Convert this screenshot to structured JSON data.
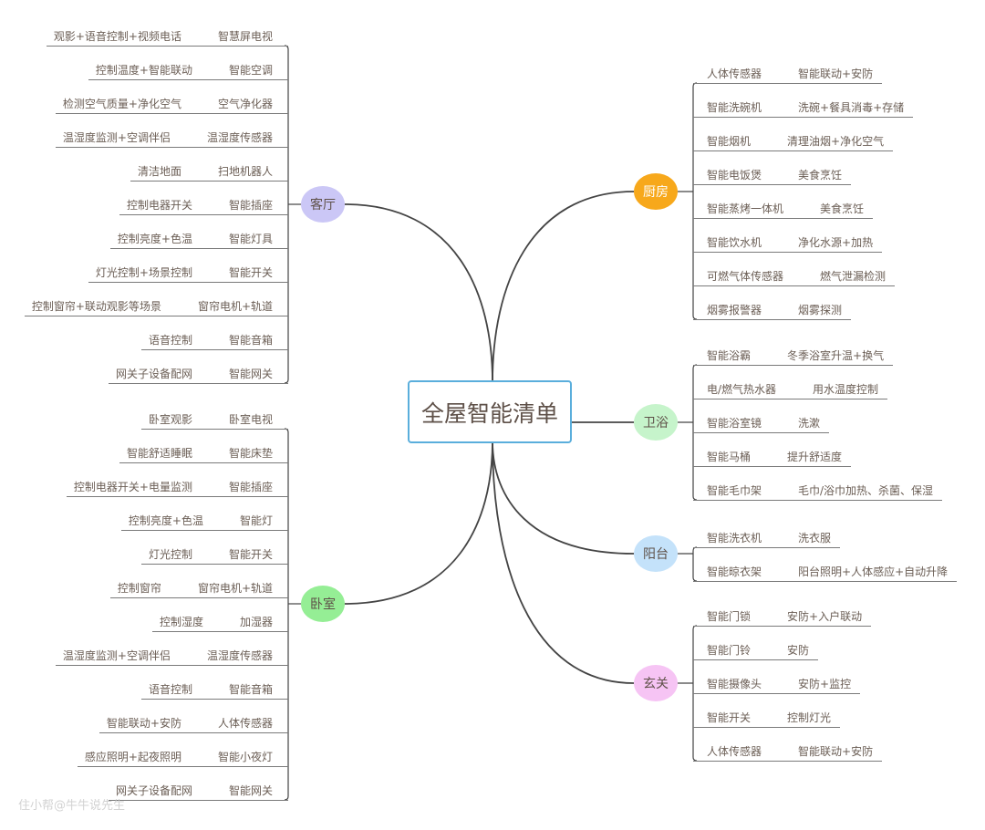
{
  "title": "全屋智能清单",
  "colors": {
    "line": "#444444",
    "center_border": "#5aaedc",
    "text": "#6b5e55"
  },
  "watermark": "住小帮@牛牛说先生",
  "branches": [
    {
      "name": "客厅",
      "side": "left",
      "color": "#cbc7f6",
      "text_color": "#5e5048",
      "items": [
        {
          "device": "智慧屏电视",
          "function": "观影+语音控制+视频电话"
        },
        {
          "device": "智能空调",
          "function": "控制温度+智能联动"
        },
        {
          "device": "空气净化器",
          "function": "检测空气质量+净化空气"
        },
        {
          "device": "温湿度传感器",
          "function": "温湿度监测+空调伴侣"
        },
        {
          "device": "扫地机器人",
          "function": "清洁地面"
        },
        {
          "device": "智能插座",
          "function": "控制电器开关"
        },
        {
          "device": "智能灯具",
          "function": "控制亮度+色温"
        },
        {
          "device": "智能开关",
          "function": "灯光控制+场景控制"
        },
        {
          "device": "窗帘电机+轨道",
          "function": "控制窗帘+联动观影等场景"
        },
        {
          "device": "智能音箱",
          "function": "语音控制"
        },
        {
          "device": "智能网关",
          "function": "网关子设备配网"
        }
      ]
    },
    {
      "name": "卧室",
      "side": "left",
      "color": "#95ee95",
      "text_color": "#5e5048",
      "items": [
        {
          "device": "卧室电视",
          "function": "卧室观影"
        },
        {
          "device": "智能床垫",
          "function": "智能舒适睡眠"
        },
        {
          "device": "智能插座",
          "function": "控制电器开关+电量监测"
        },
        {
          "device": "智能灯",
          "function": "控制亮度+色温"
        },
        {
          "device": "智能开关",
          "function": "灯光控制"
        },
        {
          "device": "窗帘电机+轨道",
          "function": "控制窗帘"
        },
        {
          "device": "加湿器",
          "function": "控制湿度"
        },
        {
          "device": "温湿度传感器",
          "function": "温湿度监测+空调伴侣"
        },
        {
          "device": "智能音箱",
          "function": "语音控制"
        },
        {
          "device": "人体传感器",
          "function": "智能联动+安防"
        },
        {
          "device": "智能小夜灯",
          "function": "感应照明+起夜照明"
        },
        {
          "device": "智能网关",
          "function": "网关子设备配网"
        }
      ]
    },
    {
      "name": "厨房",
      "side": "right",
      "color": "#f7a81b",
      "text_color": "#ffffff",
      "items": [
        {
          "device": "人体传感器",
          "function": "智能联动+安防"
        },
        {
          "device": "智能洗碗机",
          "function": "洗碗+餐具消毒+存储"
        },
        {
          "device": "智能烟机",
          "function": "清理油烟+净化空气"
        },
        {
          "device": "智能电饭煲",
          "function": "美食烹饪"
        },
        {
          "device": "智能蒸烤一体机",
          "function": "美食烹饪"
        },
        {
          "device": "智能饮水机",
          "function": "净化水源+加热"
        },
        {
          "device": "可燃气体传感器",
          "function": "燃气泄漏检测"
        },
        {
          "device": "烟雾报警器",
          "function": "烟雾探测"
        }
      ]
    },
    {
      "name": "卫浴",
      "side": "right",
      "color": "#c6f4cb",
      "text_color": "#5e5048",
      "items": [
        {
          "device": "智能浴霸",
          "function": "冬季浴室升温+换气"
        },
        {
          "device": "电/燃气热水器",
          "function": "用水温度控制"
        },
        {
          "device": "智能浴室镜",
          "function": "洗漱"
        },
        {
          "device": "智能马桶",
          "function": "提升舒适度"
        },
        {
          "device": "智能毛巾架",
          "function": "毛巾/浴巾加热、杀菌、保湿"
        }
      ]
    },
    {
      "name": "阳台",
      "side": "right",
      "color": "#c4e2fa",
      "text_color": "#5e5048",
      "items": [
        {
          "device": "智能洗衣机",
          "function": "洗衣服"
        },
        {
          "device": "智能晾衣架",
          "function": "阳台照明+人体感应+自动升降"
        }
      ]
    },
    {
      "name": "玄关",
      "side": "right",
      "color": "#f6c4f4",
      "text_color": "#5e5048",
      "items": [
        {
          "device": "智能门锁",
          "function": "安防+入户联动"
        },
        {
          "device": "智能门铃",
          "function": "安防"
        },
        {
          "device": "智能摄像头",
          "function": "安防+监控"
        },
        {
          "device": "智能开关",
          "function": "控制灯光"
        },
        {
          "device": "人体传感器",
          "function": "智能联动+安防"
        }
      ]
    }
  ]
}
